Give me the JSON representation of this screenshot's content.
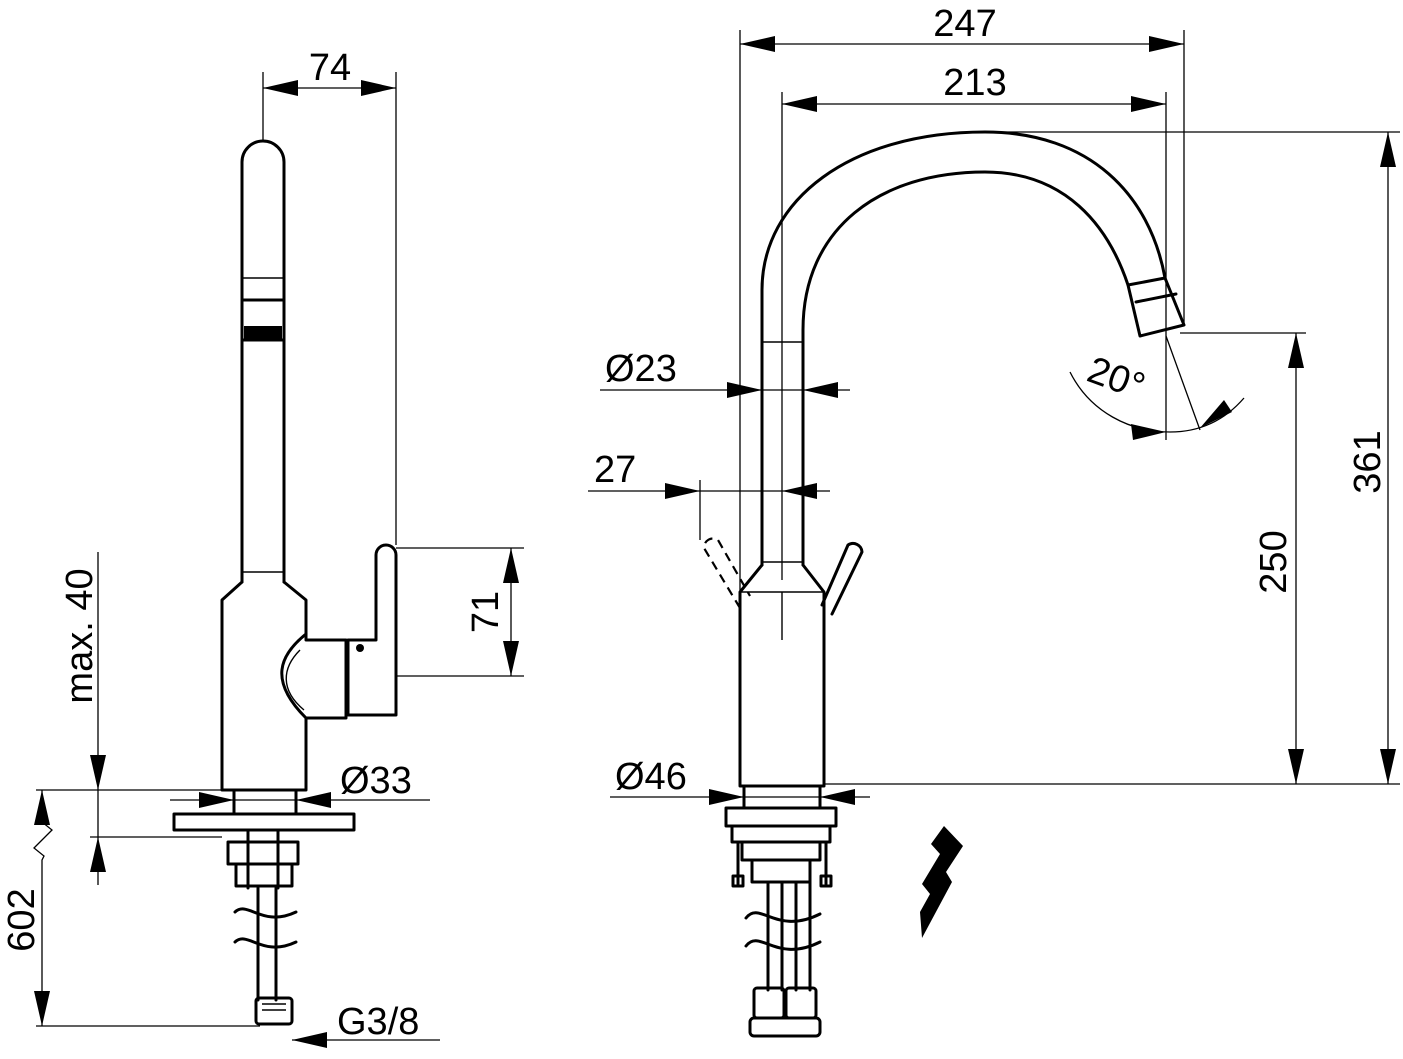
{
  "dimensions": {
    "side_top_width": "74",
    "lever_height": "71",
    "max_deck": "max. 40",
    "base_diameter": "Ø33",
    "hose_length": "602",
    "thread": "G3/8",
    "overall_reach": "247",
    "spout_reach": "213",
    "spout_diameter": "Ø23",
    "lever_offset": "27",
    "swivel_angle": "20°",
    "outlet_height": "250",
    "overall_height": "361",
    "body_diameter": "Ø46"
  },
  "symbols": {
    "electric": "lightning-icon"
  }
}
